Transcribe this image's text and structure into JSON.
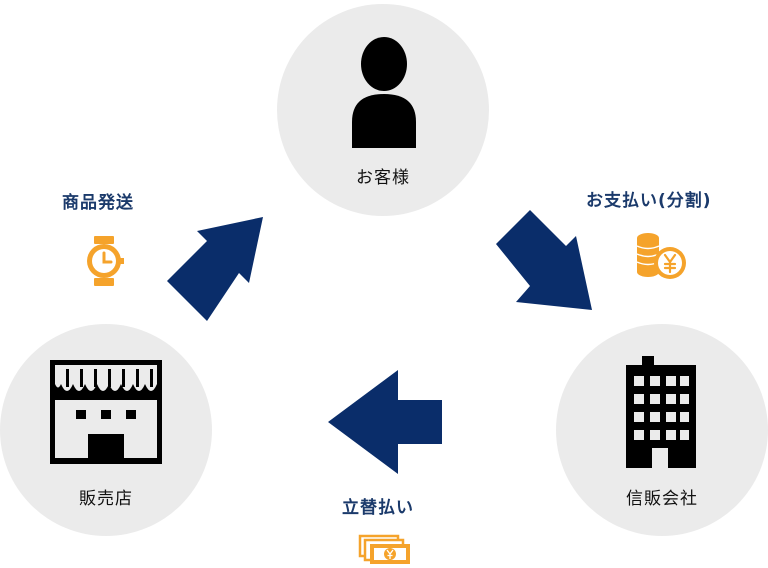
{
  "colors": {
    "circle_bg": "#ebebeb",
    "arrow": "#0a2d6a",
    "label": "#1b3a6b",
    "accent": "#f5a32b",
    "icon_dark": "#000000"
  },
  "nodes": {
    "customer": {
      "label": "お客様",
      "icon": "person-icon"
    },
    "card_company": {
      "label": "信販会社",
      "icon": "office-building-icon"
    },
    "store": {
      "label": "販売店",
      "icon": "storefront-icon"
    }
  },
  "flows": {
    "shipping": {
      "label": "商品発送",
      "icon": "wristwatch-icon"
    },
    "payment": {
      "label": "お支払い(分割)",
      "icon": "yen-coins-icon"
    },
    "advance": {
      "label": "立替払い",
      "icon": "yen-banknotes-icon"
    }
  }
}
